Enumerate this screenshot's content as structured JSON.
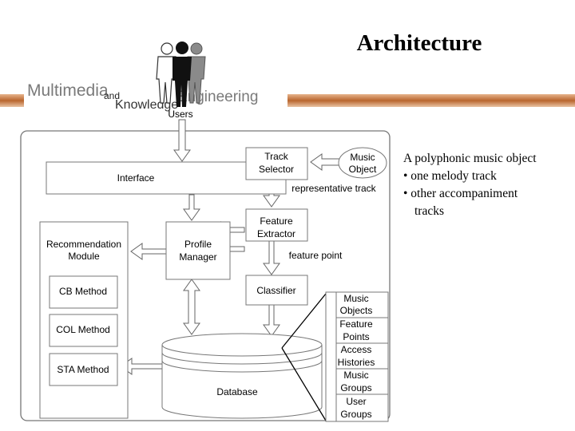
{
  "logo": {
    "line1": "Multimedia",
    "line2": "and",
    "line3": "Knowledge",
    "line4": "Engineering"
  },
  "slide_title": "Architecture",
  "diagram": {
    "users": "Users",
    "interface": "Interface",
    "track_selector": [
      "Track",
      "Selector"
    ],
    "music_object": [
      "Music",
      "Object"
    ],
    "representative_track": "representative track",
    "feature_extractor": [
      "Feature",
      "Extractor"
    ],
    "recommendation_module": [
      "Recommendation",
      "Module"
    ],
    "profile_manager": [
      "Profile",
      "Manager"
    ],
    "feature_point": "feature point",
    "classifier": "Classifier",
    "cb_method": "CB Method",
    "col_method": "COL Method",
    "sta_method": "STA Method",
    "database": "Database",
    "db_items": [
      [
        "Music",
        "Objects"
      ],
      [
        "Feature",
        "Points"
      ],
      [
        "Access",
        "Histories"
      ],
      [
        "Music",
        "Groups"
      ],
      [
        "User",
        "Groups"
      ]
    ]
  },
  "description": {
    "heading": "A polyphonic music object",
    "bullet1": "• one melody track",
    "bullet2": "• other accompaniment",
    "bullet2_cont": "tracks"
  }
}
